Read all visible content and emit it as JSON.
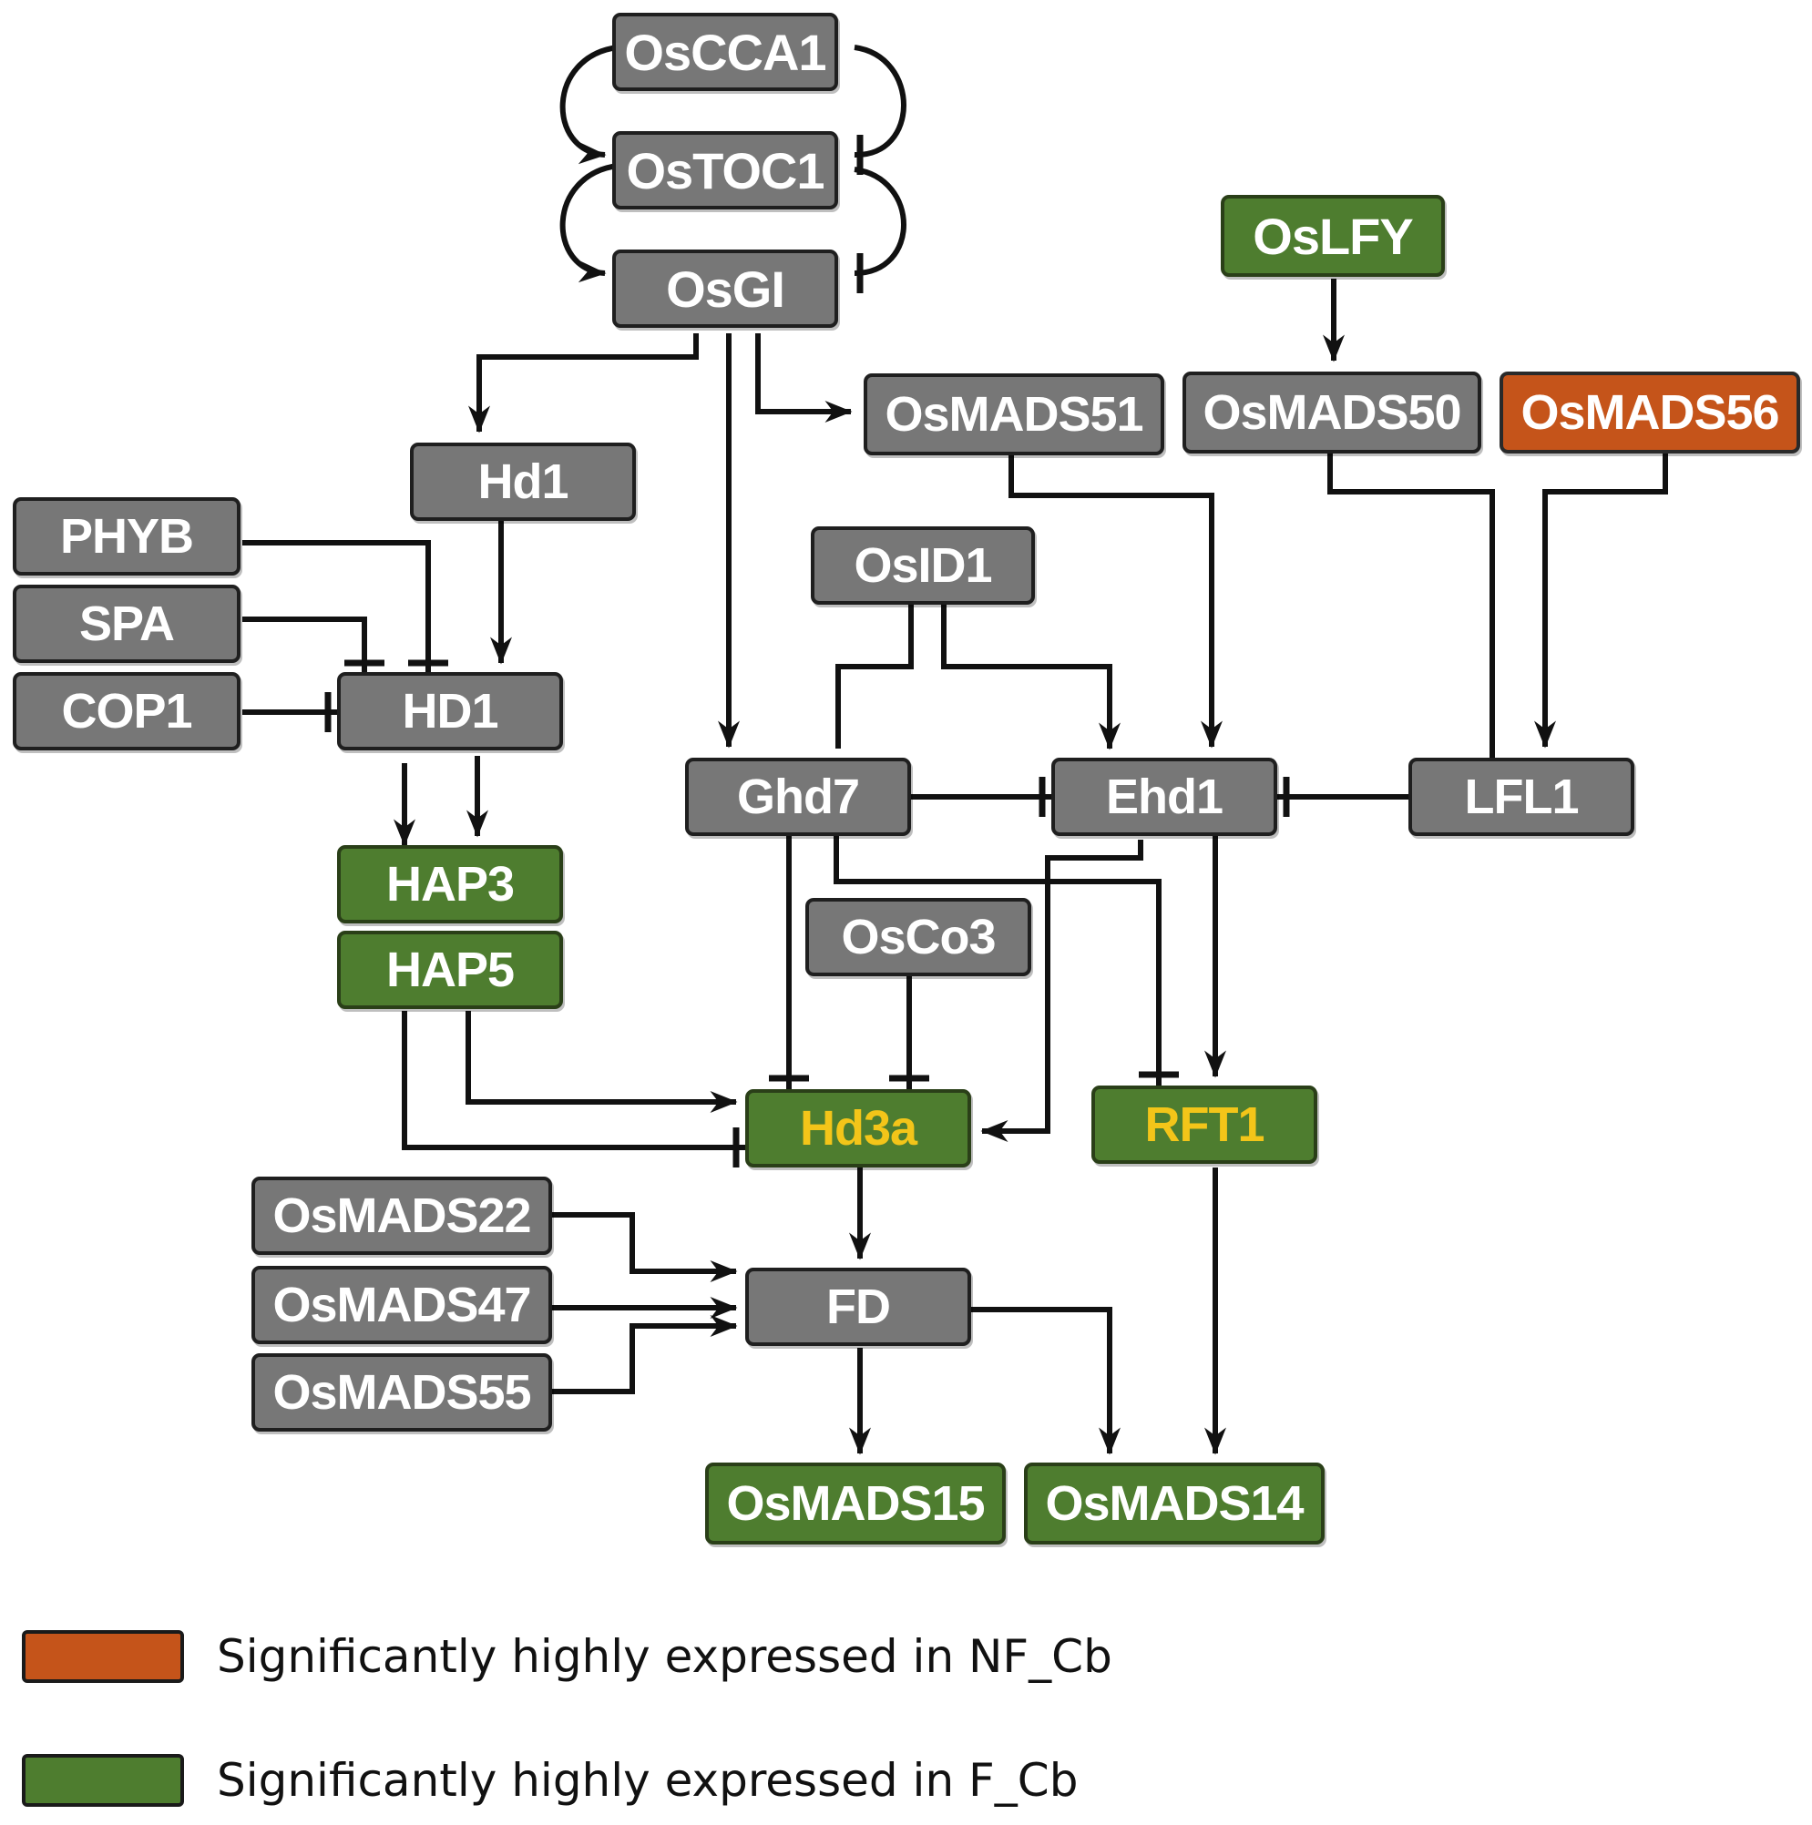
{
  "colors": {
    "gray": "#777777",
    "green": "#4e7d2f",
    "orange": "#c5541a",
    "highlight_text": "#f3c519",
    "edge": "#111111"
  },
  "nodes": {
    "OsCCA1": {
      "label": "OsCCA1",
      "color": "gray"
    },
    "OsTOC1": {
      "label": "OsTOC1",
      "color": "gray"
    },
    "OsGI": {
      "label": "OsGI",
      "color": "gray"
    },
    "OsLFY": {
      "label": "OsLFY",
      "color": "green"
    },
    "OsMADS51": {
      "label": "OsMADS51",
      "color": "gray"
    },
    "OsMADS50": {
      "label": "OsMADS50",
      "color": "gray"
    },
    "OsMADS56": {
      "label": "OsMADS56",
      "color": "orange"
    },
    "Hd1": {
      "label": "Hd1",
      "color": "gray"
    },
    "PHYB": {
      "label": "PHYB",
      "color": "gray"
    },
    "SPA": {
      "label": "SPA",
      "color": "gray"
    },
    "COP1": {
      "label": "COP1",
      "color": "gray"
    },
    "HD1": {
      "label": "HD1",
      "color": "gray"
    },
    "OsID1": {
      "label": "OsID1",
      "color": "gray"
    },
    "Ghd7": {
      "label": "Ghd7",
      "color": "gray"
    },
    "Ehd1": {
      "label": "Ehd1",
      "color": "gray"
    },
    "LFL1": {
      "label": "LFL1",
      "color": "gray"
    },
    "HAP3": {
      "label": "HAP3",
      "color": "green"
    },
    "HAP5": {
      "label": "HAP5",
      "color": "green"
    },
    "OsCo3": {
      "label": "OsCo3",
      "color": "gray"
    },
    "Hd3a": {
      "label": "Hd3a",
      "color": "green",
      "text_color": "highlight_text"
    },
    "RFT1": {
      "label": "RFT1",
      "color": "green",
      "text_color": "highlight_text"
    },
    "OsMADS22": {
      "label": "OsMADS22",
      "color": "gray"
    },
    "OsMADS47": {
      "label": "OsMADS47",
      "color": "gray"
    },
    "OsMADS55": {
      "label": "OsMADS55",
      "color": "gray"
    },
    "FD": {
      "label": "FD",
      "color": "gray"
    },
    "OsMADS15": {
      "label": "OsMADS15",
      "color": "green"
    },
    "OsMADS14": {
      "label": "OsMADS14",
      "color": "green"
    }
  },
  "edges": [
    {
      "from": "OsTOC1",
      "to": "OsCCA1",
      "type": "activation"
    },
    {
      "from": "OsCCA1",
      "to": "OsTOC1",
      "type": "repression"
    },
    {
      "from": "OsGI",
      "to": "OsTOC1",
      "type": "activation"
    },
    {
      "from": "OsTOC1",
      "to": "OsGI",
      "type": "repression"
    },
    {
      "from": "OsGI",
      "to": "Hd1",
      "type": "activation"
    },
    {
      "from": "OsGI",
      "to": "Ghd7",
      "type": "activation"
    },
    {
      "from": "OsGI",
      "to": "OsMADS51",
      "type": "activation"
    },
    {
      "from": "OsLFY",
      "to": "OsMADS50",
      "type": "activation"
    },
    {
      "from": "OsMADS51",
      "to": "Ehd1",
      "type": "activation"
    },
    {
      "from": "OsMADS50",
      "to": "LFL1",
      "type": "repression"
    },
    {
      "from": "OsMADS56",
      "to": "LFL1",
      "type": "activation"
    },
    {
      "from": "Hd1",
      "to": "HD1",
      "type": "activation"
    },
    {
      "from": "PHYB",
      "to": "HD1",
      "type": "repression"
    },
    {
      "from": "SPA",
      "to": "HD1",
      "type": "repression"
    },
    {
      "from": "COP1",
      "to": "HD1",
      "type": "repression"
    },
    {
      "from": "OsID1",
      "to": "Ghd7",
      "type": "activation"
    },
    {
      "from": "OsID1",
      "to": "Ehd1",
      "type": "activation"
    },
    {
      "from": "HD1",
      "to": "HAP3",
      "type": "repression"
    },
    {
      "from": "HD1",
      "to": "HAP3",
      "type": "activation"
    },
    {
      "from": "Ghd7",
      "to": "Ehd1",
      "type": "repression"
    },
    {
      "from": "LFL1",
      "to": "Ehd1",
      "type": "repression"
    },
    {
      "from": "Ghd7",
      "to": "Hd3a",
      "type": "repression"
    },
    {
      "from": "Ghd7",
      "to": "RFT1",
      "type": "repression"
    },
    {
      "from": "Ehd1",
      "to": "Hd3a",
      "type": "activation"
    },
    {
      "from": "Ehd1",
      "to": "RFT1",
      "type": "activation"
    },
    {
      "from": "OsCo3",
      "to": "Hd3a",
      "type": "repression"
    },
    {
      "from": "HAP5",
      "to": "Hd3a",
      "type": "activation"
    },
    {
      "from": "HAP5",
      "to": "Hd3a",
      "type": "repression"
    },
    {
      "from": "Hd3a",
      "to": "FD",
      "type": "activation"
    },
    {
      "from": "OsMADS22",
      "to": "FD",
      "type": "activation"
    },
    {
      "from": "OsMADS47",
      "to": "FD",
      "type": "activation"
    },
    {
      "from": "OsMADS55",
      "to": "FD",
      "type": "activation"
    },
    {
      "from": "FD",
      "to": "OsMADS15",
      "type": "activation"
    },
    {
      "from": "FD",
      "to": "OsMADS14",
      "type": "activation"
    },
    {
      "from": "RFT1",
      "to": "OsMADS14",
      "type": "activation"
    }
  ],
  "legend": [
    {
      "color": "orange",
      "label": "Significantly highly expressed in NF_Cb"
    },
    {
      "color": "green",
      "label": "Significantly highly expressed in F_Cb"
    }
  ]
}
